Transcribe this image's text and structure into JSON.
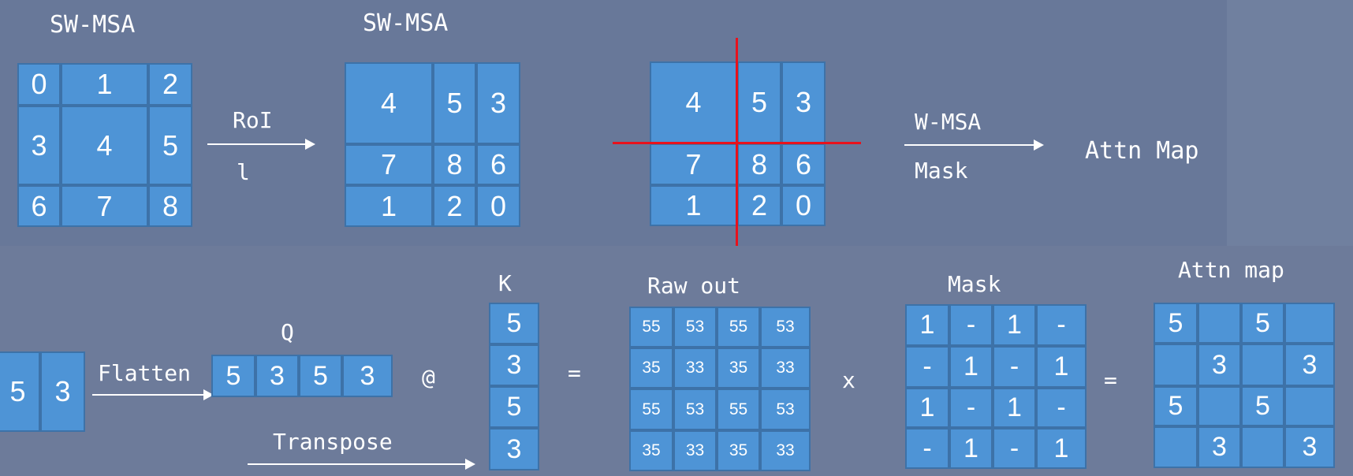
{
  "colors": {
    "cell_fill": "#4e94d6",
    "cell_border": "#3d72a8",
    "background": "#6e7d9c",
    "top_band": "#687899",
    "red_line": "#e8121c",
    "text": "#ffffff"
  },
  "top": {
    "title_left": "SW-MSA",
    "title_mid": "SW-MSA",
    "roi_label": "RoI",
    "roi_sub": "l",
    "grid_a": [
      "0",
      "1",
      "2",
      "3",
      "4",
      "5",
      "6",
      "7",
      "8"
    ],
    "grid_b": [
      "4",
      "5",
      "3",
      "7",
      "8",
      "6",
      "1",
      "2",
      "0"
    ],
    "grid_c": [
      "4",
      "5",
      "3",
      "7",
      "8",
      "6",
      "1",
      "2",
      "0"
    ],
    "wmsa_label": "W-MSA",
    "mask_label": "Mask",
    "attn_label": "Attn Map"
  },
  "bottom": {
    "pair": [
      "5",
      "3"
    ],
    "flatten_label": "Flatten",
    "q_label": "Q",
    "q": [
      "5",
      "3",
      "5",
      "3"
    ],
    "at_op": "@",
    "transpose_label": "Transpose",
    "k_label": "K",
    "k": [
      "5",
      "3",
      "5",
      "3"
    ],
    "eq1": "=",
    "raw_label": "Raw out",
    "raw": [
      [
        "55",
        "53",
        "55",
        "53"
      ],
      [
        "35",
        "33",
        "35",
        "33"
      ],
      [
        "55",
        "53",
        "55",
        "53"
      ],
      [
        "35",
        "33",
        "35",
        "33"
      ]
    ],
    "x_op": "x",
    "mask_label": "Mask",
    "mask": [
      [
        "1",
        "-",
        "1",
        "-"
      ],
      [
        "-",
        "1",
        "-",
        "1"
      ],
      [
        "1",
        "-",
        "1",
        "-"
      ],
      [
        "-",
        "1",
        "-",
        "1"
      ]
    ],
    "eq2": "=",
    "attn_label": "Attn map",
    "attn": [
      [
        "5",
        "",
        "5",
        ""
      ],
      [
        "",
        "3",
        "",
        "3"
      ],
      [
        "5",
        "",
        "5",
        ""
      ],
      [
        "",
        "3",
        "",
        "3"
      ]
    ]
  }
}
